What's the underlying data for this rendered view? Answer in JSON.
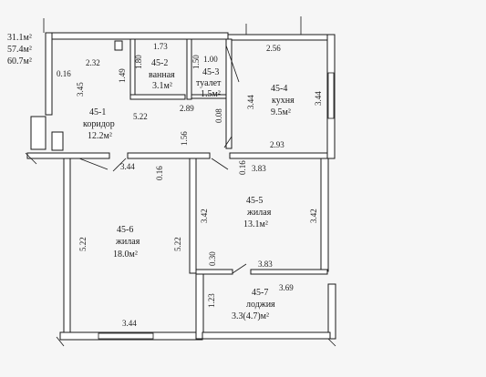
{
  "totals": {
    "living": "31.1м²",
    "total": "57.4м²",
    "gross": "60.7м²"
  },
  "rooms": {
    "r2": {
      "id": "45-2",
      "name": "ванная",
      "area": "3.1м²"
    },
    "r3": {
      "id": "45-3",
      "name": "туалет",
      "area": "1.5м²"
    },
    "r4": {
      "id": "45-4",
      "name": "кухня",
      "area": "9.5м²"
    },
    "r1": {
      "id": "45-1",
      "name": "коридор",
      "area": "12.2м²"
    },
    "r5": {
      "id": "45-5",
      "name": "жилая",
      "area": "13.1м²"
    },
    "r6": {
      "id": "45-6",
      "name": "жилая",
      "area": "18.0м²"
    },
    "r7": {
      "id": "45-7",
      "name": "лоджия",
      "area": "3.3(4.7)м²"
    }
  },
  "dims": {
    "d_0_16_top": "0.16",
    "d_2_32": "2.32",
    "d_3_45": "3.45",
    "d_1_49": "1.49",
    "d_1_73": "1.73",
    "d_1_80": "1.80",
    "d_1_50": "1.50",
    "d_1_00": "1.00",
    "d_2_56": "2.56",
    "d_5_22_corr": "5.22",
    "d_2_89": "2.89",
    "d_0_08": "0.08",
    "d_3_44_kit_l": "3.44",
    "d_3_44_kit_r": "3.44",
    "d_1_56": "1.56",
    "d_2_93": "2.93",
    "d_3_44_r6_top": "3.44",
    "d_0_16_mid_a": "0.16",
    "d_0_16_mid_b": "0.16",
    "d_3_83_top": "3.83",
    "d_3_42_l": "3.42",
    "d_3_42_r": "3.42",
    "d_5_22_l": "5.22",
    "d_5_22_r": "5.22",
    "d_0_30": "0.30",
    "d_3_83_bot": "3.83",
    "d_1_23": "1.23",
    "d_3_69": "3.69",
    "d_3_44_bot": "3.44"
  }
}
